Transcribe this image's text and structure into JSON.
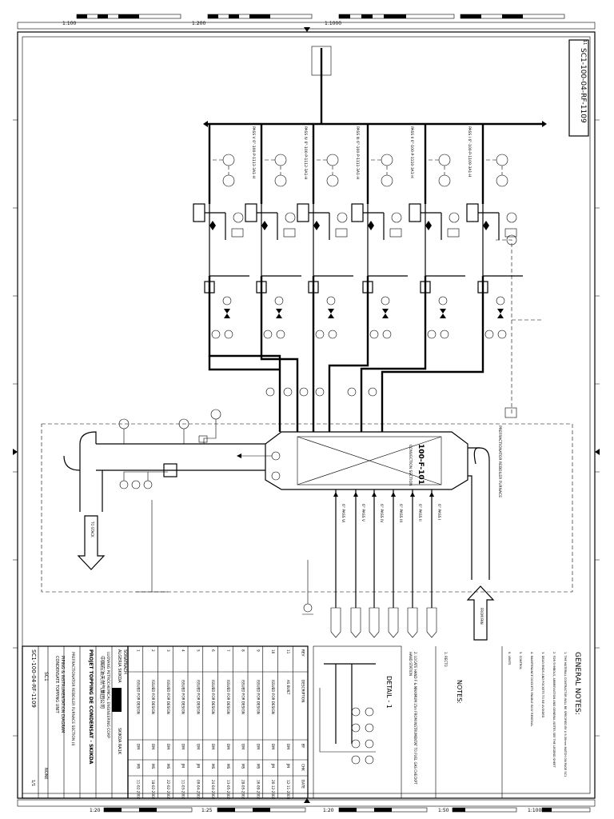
{
  "scale_bars": {
    "top": [
      "1:100",
      "1:200",
      "1:1000"
    ],
    "bottom": [
      "1:20",
      "1:25",
      "1:20",
      "1:50",
      "1:100"
    ]
  },
  "drawing_number": "SC1-100-04-RF-1109",
  "sheet_ref": "11",
  "heater": {
    "tag": "100-F-101",
    "note": "CONVECTION SECTION",
    "label_right": "PREFRACTIONATOR REBOILER FURNACE"
  },
  "passes": [
    "PASS I",
    "PASS II",
    "PASS III",
    "PASS IV",
    "PASS V",
    "PASS VI"
  ],
  "pass_line_labels": [
    "PASS V 6\"-100-P-1113-3A1-H",
    "PASS IV 6\"-100-P-1112-3A1-H",
    "PASS III 6\"-100-P-1111-3A1-H",
    "PASS II 6\"-100-P-1110-3A1-H",
    "PASS I 6\"-100-P-1109-3A1-H"
  ],
  "bottom_pass_labels": [
    "6\" PASS VI",
    "6\" PASS V",
    "6\" PASS IV",
    "6\" PASS III",
    "6\" PASS II",
    "6\" PASS I"
  ],
  "general_notes": {
    "title": "GENERAL NOTES:",
    "items": [
      "1. THE MATERIAL CONTRACTOR WILL BE SPECIFIED BY A 6.36mm MATCH ON PAGE SC1",
      "2. FOR SYMBOLS, ABBREVIATION AND GENERAL NOTES SEE THE LEGEND SHEET",
      "3. DEAD ENDS AND POCKETS TO BE AVOIDED",
      "4. MAINTENANCE DOCKETS ENABLE EASY REMOVAL",
      "5. CONTROL",
      "6. VENTS"
    ]
  },
  "notes": {
    "title": "NOTES:",
    "items": [
      "1. RECTO",
      "2. LOCATE HAND F & MAXIMUM 15m FROM INSTRUMENTAT TO FUEL GAS CHECKPT",
      "HAND STATION"
    ]
  },
  "detail": {
    "title": "DETAIL - 1"
  },
  "revisions": [
    {
      "rev": "11",
      "desc": "AS BUILT",
      "by": "DM",
      "chk": "JM",
      "date": "12-11-2003"
    },
    {
      "rev": "10",
      "desc": "ISSUED FOR DESIGN",
      "by": "DM",
      "chk": "JM",
      "date": "20-12-2002"
    },
    {
      "rev": "9",
      "desc": "ISSUED FOR DESIGN",
      "by": "DM",
      "chk": "MS",
      "date": "16-09-2002"
    },
    {
      "rev": "8",
      "desc": "ISSUED FOR DESIGN",
      "by": "DM",
      "chk": "MS",
      "date": "28-05-2002"
    },
    {
      "rev": "7",
      "desc": "ISSUED FOR DESIGN",
      "by": "DM",
      "chk": "MS",
      "date": "13-05-2002"
    },
    {
      "rev": "6",
      "desc": "ISSUED FOR DESIGN",
      "by": "DM",
      "chk": "MS",
      "date": "24-04-2002"
    },
    {
      "rev": "5",
      "desc": "ISSUED FOR DESIGN",
      "by": "DM",
      "chk": "JM",
      "date": "09-04-2002"
    },
    {
      "rev": "4",
      "desc": "ISSUED FOR DESIGN",
      "by": "DM",
      "chk": "JM",
      "date": "11-03-2002"
    },
    {
      "rev": "3",
      "desc": "ISSUED FOR DESIGN",
      "by": "DM",
      "chk": "MS",
      "date": "22-02-2002"
    },
    {
      "rev": "2",
      "desc": "ISSUED FOR DESIGN",
      "by": "DM",
      "chk": "MS",
      "date": "18-02-2002"
    },
    {
      "rev": "1",
      "desc": "ISSUED FOR DESIGN",
      "by": "DM",
      "chk": "MS",
      "date": "11-02-2002"
    }
  ],
  "revision_header": [
    "REV",
    "DESCRIPTION",
    "BY",
    "CHK",
    "DATE"
  ],
  "title_block": {
    "client": "ALGERIA SKIKDA",
    "contractor": "SONATRACH",
    "client2": "SKIKDA RA1K",
    "company_cn": "中国石油天然气集团公司",
    "company_en": "LUOYANG PETROCHEMICAL ENGINEERING CORP",
    "project": "PROJET TOPPING DE CONDENSAT - SKIKDA",
    "drawing_title_1": "CONDENSATE TOPPING UNIT",
    "drawing_title_2": "PIPING & INSTRUMENTATION DIAGRAM",
    "drawing_title_3": "PREFRACTIONATOR REBOILER FURNACE SECTION (I)",
    "unit": "SC1",
    "drawing_number": "SC1-100-04-RF-1109",
    "scale": "NONE",
    "sheet": "1/1"
  },
  "arrows": {
    "left_out": "TO STACK",
    "bottom_in": "FROM FAN"
  }
}
